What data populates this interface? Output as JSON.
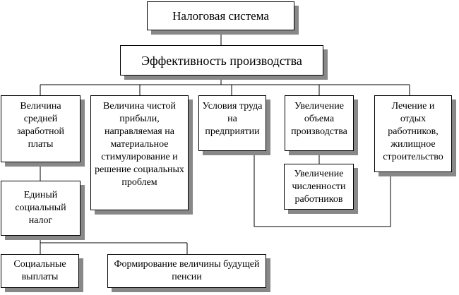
{
  "nodes": {
    "tax_system": "Налоговая система",
    "production_efficiency": "Эффективность производства",
    "average_wage": "Величина средней заработной платы",
    "net_profit": "Величина чистой прибыли, направляемая на материальное стимулирование и решение социальных проблем",
    "working_conditions": "Условия труда на предприятии",
    "production_growth": "Увеличение объема производства",
    "treatment_housing": "Лечение и отдых работников, жилищное строительство",
    "headcount_growth": "Увеличение численности работников",
    "unified_social_tax": "Единый социальный налог",
    "social_payments": "Социальные выплаты",
    "future_pension": "Формирование величины будущей пенсии"
  }
}
